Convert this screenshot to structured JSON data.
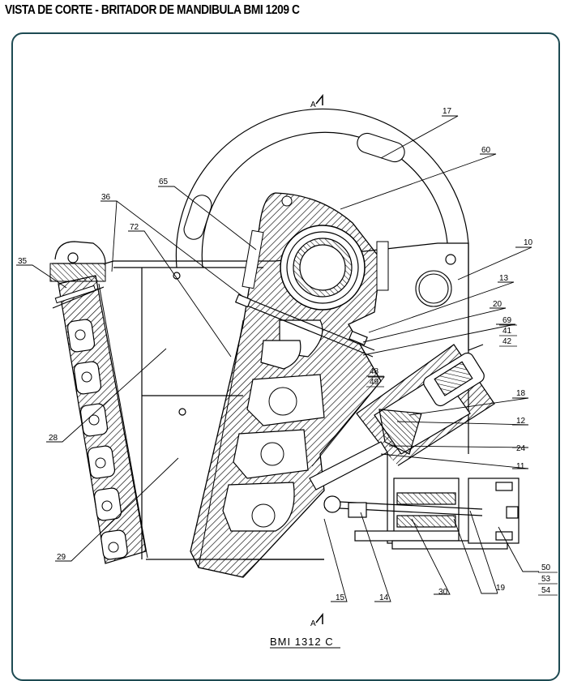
{
  "title": "VISTA DE CORTE - BRITADOR DE MANDIBULA BMI 1209 C",
  "model_caption": "BMI 1312 C",
  "section_marker": "A",
  "colors": {
    "frame": "#1d4a52",
    "ink": "#000000"
  },
  "callouts": {
    "c17": "17",
    "c60": "60",
    "c65": "65",
    "c36": "36",
    "c72": "72",
    "c35": "35",
    "c10": "10",
    "c13": "13",
    "c20": "20",
    "c69": "69",
    "c41": "41",
    "c42": "42",
    "c48": "48",
    "c49": "49",
    "c18": "18",
    "c12": "12",
    "c24": "24",
    "c11": "11",
    "c28": "28",
    "c29": "29",
    "c50": "50",
    "c53": "53",
    "c54": "54",
    "c19": "19",
    "c30": "30",
    "c14": "14",
    "c15": "15"
  }
}
